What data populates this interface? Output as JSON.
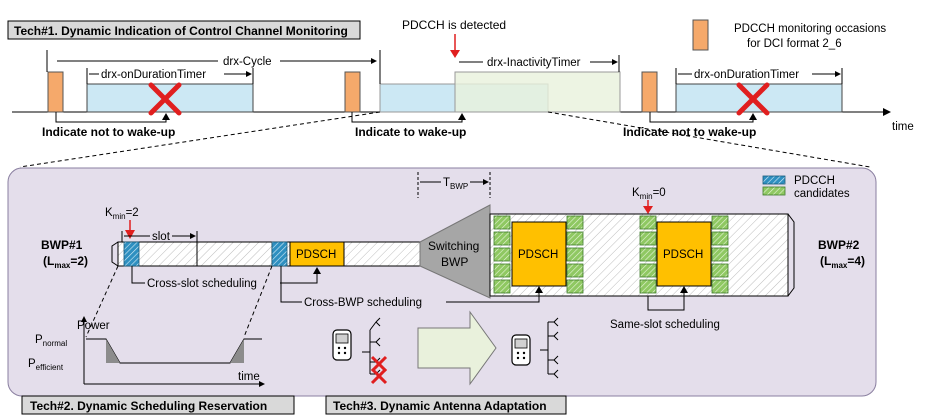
{
  "tech1": {
    "title": "Tech#1. Dynamic Indication of Control Channel Monitoring",
    "pdcch_detected": "PDCCH is detected",
    "legend_line1": "PDCCH monitoring occasions",
    "legend_line2": "for DCI format 2_6",
    "drx_cycle": "drx-Cycle",
    "on_duration_1": "drx-onDurationTimer",
    "on_duration_2": "drx-onDurationTimer",
    "inactivity": "drx-InactivityTimer",
    "not_wake_1": "Indicate not to wake-up",
    "wake": "Indicate to wake-up",
    "not_wake_2": "Indicate not to wake-up",
    "time": "time"
  },
  "detail": {
    "t_bwp_main": "T",
    "t_bwp_sub": "BWP",
    "legend_pdcch": "PDCCH",
    "legend_candidates": "candidates",
    "kmin2_main": "K",
    "kmin2_sub": "min",
    "kmin2_val": "=2",
    "kmin0_main": "K",
    "kmin0_sub": "min",
    "kmin0_val": "=0",
    "slot": "slot",
    "bwp1_name": "BWP#1",
    "bwp1_lmax_open": "(L",
    "bwp1_lmax_sub": "max",
    "bwp1_lmax_val": "=2)",
    "bwp2_name": "BWP#2",
    "bwp2_lmax_open": "(L",
    "bwp2_lmax_sub": "max",
    "bwp2_lmax_val": "=4)",
    "pdsch_1": "PDSCH",
    "pdsch_2": "PDSCH",
    "pdsch_3": "PDSCH",
    "switching_line1": "Switching",
    "switching_line2": "BWP",
    "cross_slot": "Cross-slot scheduling",
    "cross_bwp": "Cross-BWP scheduling",
    "same_slot": "Same-slot scheduling",
    "power": "Power",
    "p_normal_main": "P",
    "p_normal_sub": "normal",
    "p_efficient_main": "P",
    "p_efficient_sub": "efficient",
    "power_time": "time"
  },
  "tech2": {
    "title": "Tech#2. Dynamic Scheduling Reservation"
  },
  "tech3": {
    "title": "Tech#3. Dynamic Antenna Adaptation"
  },
  "colors": {
    "orange": "#F5A96B",
    "light_blue": "#CCE8F4",
    "light_green": "#E9F1DC",
    "lavender": "#E4DEEB",
    "pdsch_gold": "#FFC000",
    "pdcch_blue": "#2E8FC0",
    "candidate_green": "#8FC862",
    "red_x": "#E01F1F",
    "title_box_gray": "#D9D9D9"
  }
}
